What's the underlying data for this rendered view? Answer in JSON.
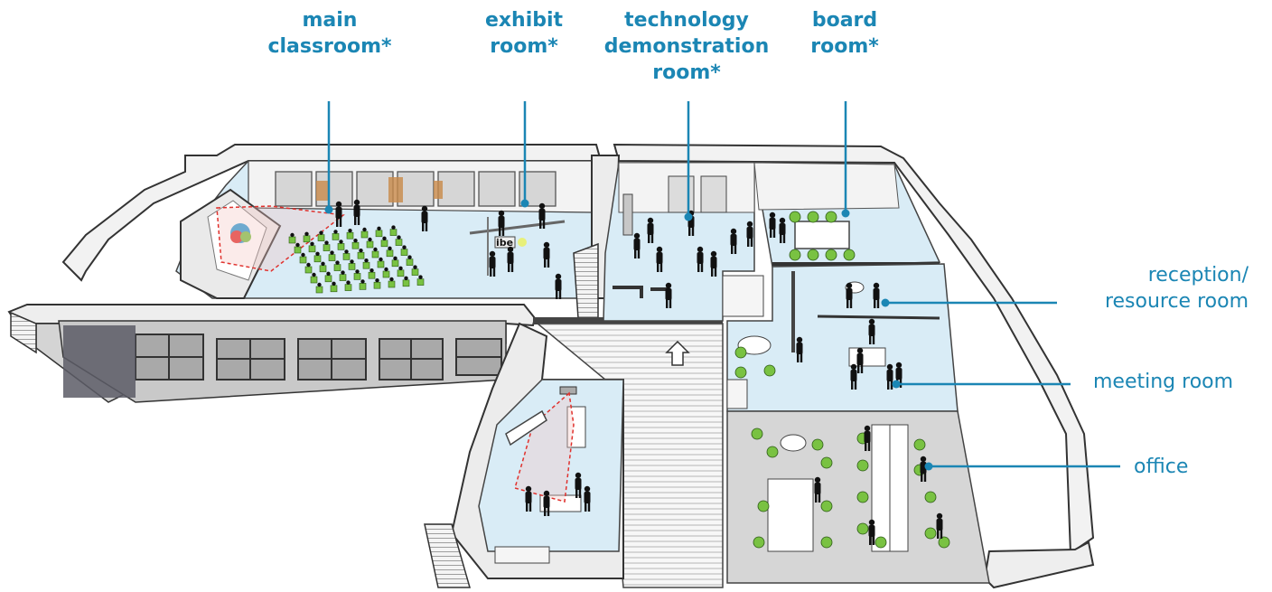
{
  "labels": {
    "main_classroom": [
      "main",
      "classroom*"
    ],
    "exhibit_room": [
      "exhibit",
      "room*"
    ],
    "technology_demonstration_room": [
      "technology",
      "demonstration",
      "room*"
    ],
    "board_room": [
      "board",
      "room*"
    ],
    "reception_resource_room": [
      "reception/",
      "resource room"
    ],
    "meeting_room": "meeting room",
    "office": "office"
  },
  "sign_text": "ibe",
  "colors": {
    "label": "#1b86b4",
    "floor_light_blue": "#d9ecf6",
    "floor_grey": "#d6d6d6",
    "wall_top": "#ececec",
    "wall_dark": "#555555",
    "chair_green": "#79c242",
    "projection_red": "#e0312d",
    "people": "#111111"
  }
}
